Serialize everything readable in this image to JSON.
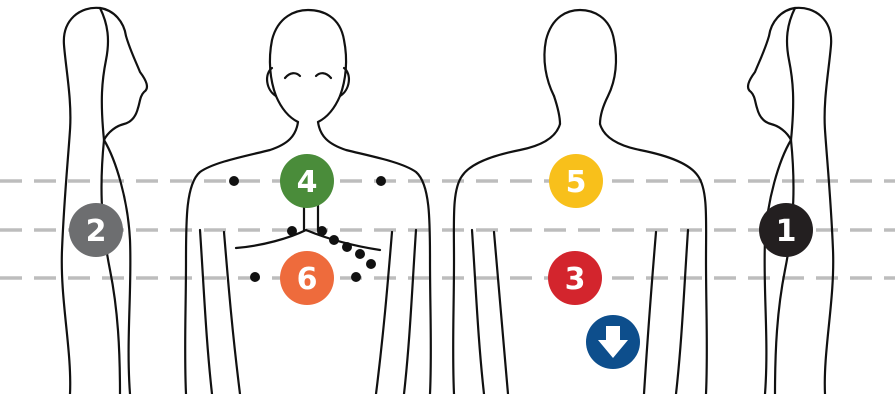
{
  "badges": [
    {
      "label": "1",
      "color": "#231f20"
    },
    {
      "label": "2",
      "color": "#6d6e70"
    },
    {
      "label": "3",
      "color": "#d3252d"
    },
    {
      "label": "4",
      "color": "#4a8c3a"
    },
    {
      "label": "5",
      "color": "#f8c01b"
    },
    {
      "label": "6",
      "color": "#ee6b3c"
    }
  ],
  "down_arrow": {
    "icon": "arrow-down-icon",
    "color": "#0d4e8c"
  },
  "guide_line_color": "#bdbdbd",
  "outline_color": "#111111"
}
